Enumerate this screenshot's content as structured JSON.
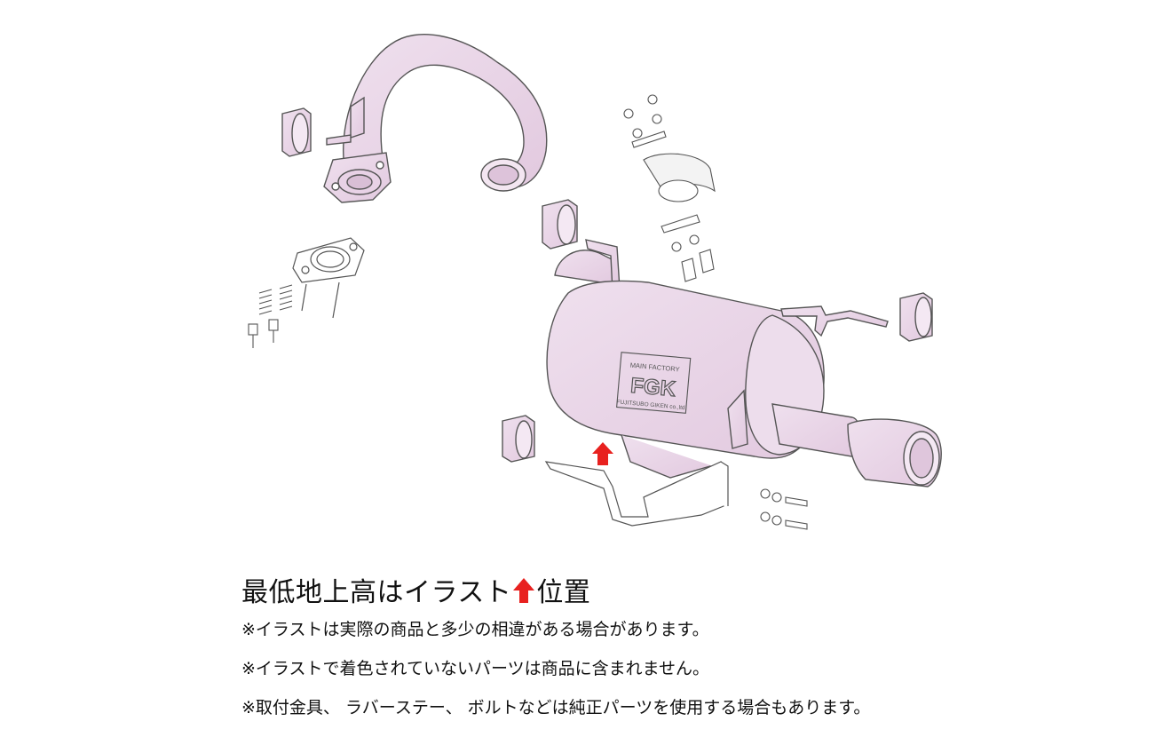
{
  "diagram": {
    "logo_line1": "MAIN FACTORY",
    "logo_mark": "FGK",
    "logo_line2": "FUJITSUBO GIKEN co.,ltd.",
    "marker_color": "#e8211f",
    "part_fill": "#ead6e8",
    "outline": "#555555"
  },
  "notes": {
    "heading_prefix": "最低地上高はイラスト",
    "heading_suffix": "位置",
    "lines": [
      "※イラストは実際の商品と多少の相違がある場合があります。",
      "※イラストで着色されていないパーツは商品に含まれません。",
      "※取付金具、 ラバーステー、 ボルトなどは純正パーツを使用する場合もあります。"
    ]
  }
}
